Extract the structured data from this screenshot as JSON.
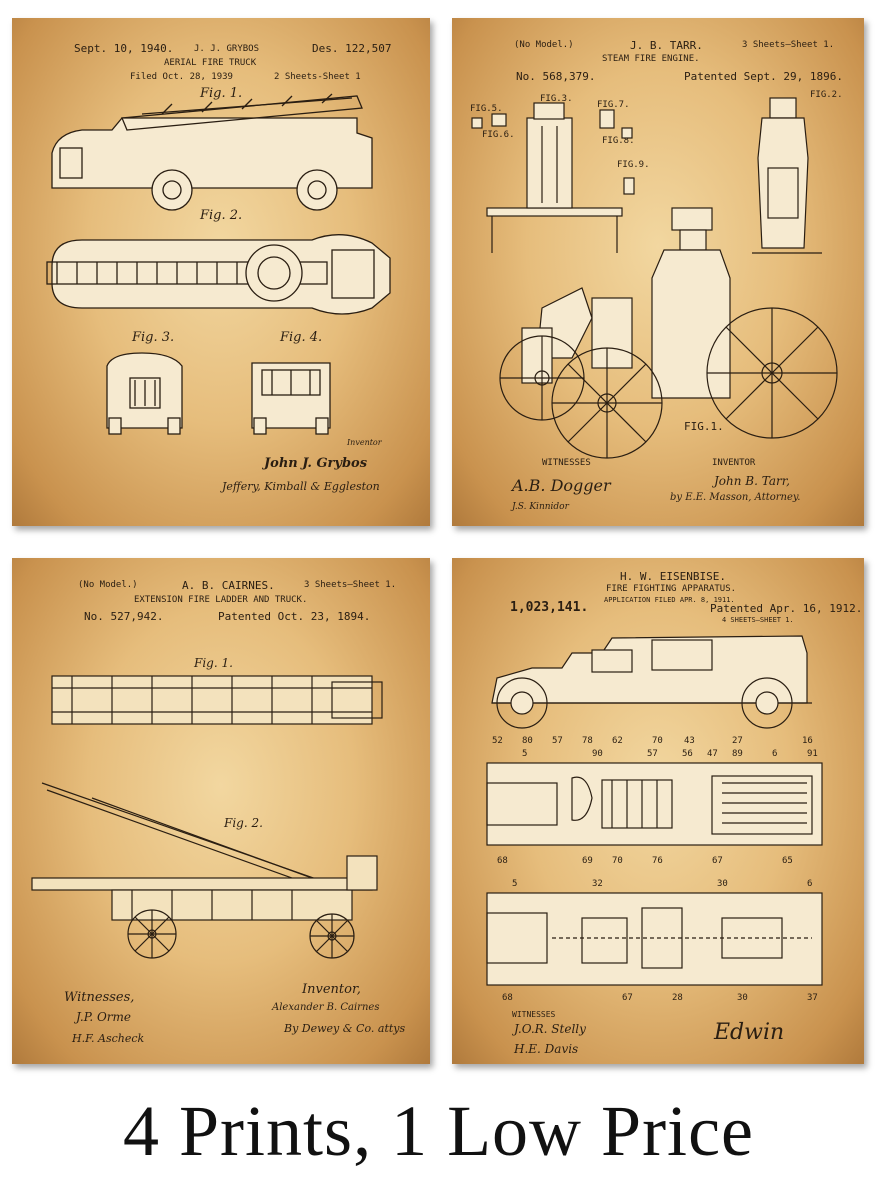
{
  "caption": "4 Prints, 1 Low Price",
  "prints": {
    "p1": {
      "date": "Sept. 10, 1940.",
      "inventor_header": "J. J. GRYBOS",
      "patent_no": "Des. 122,507",
      "title": "AERIAL FIRE TRUCK",
      "filed": "Filed Oct. 28, 1939",
      "sheets": "2 Sheets-Sheet 1",
      "fig1": "Fig. 1.",
      "fig2": "Fig. 2.",
      "fig3": "Fig. 3.",
      "fig4": "Fig. 4.",
      "inventor_label": "Inventor",
      "inventor_name": "John J. Grybos",
      "attorney": "Jeffery, Kimball & Eggleston"
    },
    "p2": {
      "model": "(No Model.)",
      "inventor_header": "J. B. TARR.",
      "sheets": "3 Sheets—Sheet 1.",
      "title": "STEAM FIRE ENGINE.",
      "patent_no": "No. 568,379.",
      "patented": "Patented Sept. 29, 1896.",
      "fig5": "FIG.5.",
      "fig3": "FIG.3.",
      "fig7": "FIG.7.",
      "fig2": "FIG.2.",
      "fig6": "FIG.6.",
      "fig8": "FIG.8.",
      "fig9": "FIG.9.",
      "fig1": "FIG.1.",
      "witnesses": "WITNESSES",
      "inventor_label": "INVENTOR",
      "inventor_name": "John B. Tarr,",
      "attorney": "by E.E. Masson, Attorney."
    },
    "p3": {
      "model": "(No Model.)",
      "inventor_header": "A. B. CAIRNES.",
      "sheets": "3 Sheets—Sheet 1.",
      "title": "EXTENSION FIRE LADDER AND TRUCK.",
      "patent_no": "No. 527,942.",
      "patented": "Patented Oct. 23, 1894.",
      "fig1": "Fig. 1.",
      "fig2": "Fig. 2.",
      "witnesses": "Witnesses,",
      "inventor_label": "Inventor,",
      "inventor_name": "Alexander B. Cairnes",
      "attorney": "By Dewey & Co. attys"
    },
    "p4": {
      "inventor_header": "H. W. EISENBISE.",
      "title": "FIRE FIGHTING APPARATUS.",
      "filed": "APPLICATION FILED APR. 8, 1911.",
      "patent_no": "1,023,141.",
      "patented": "Patented Apr. 16, 1912.",
      "sheets": "4 SHEETS—SHEET 1.",
      "witnesses": "WITNESSES"
    }
  }
}
